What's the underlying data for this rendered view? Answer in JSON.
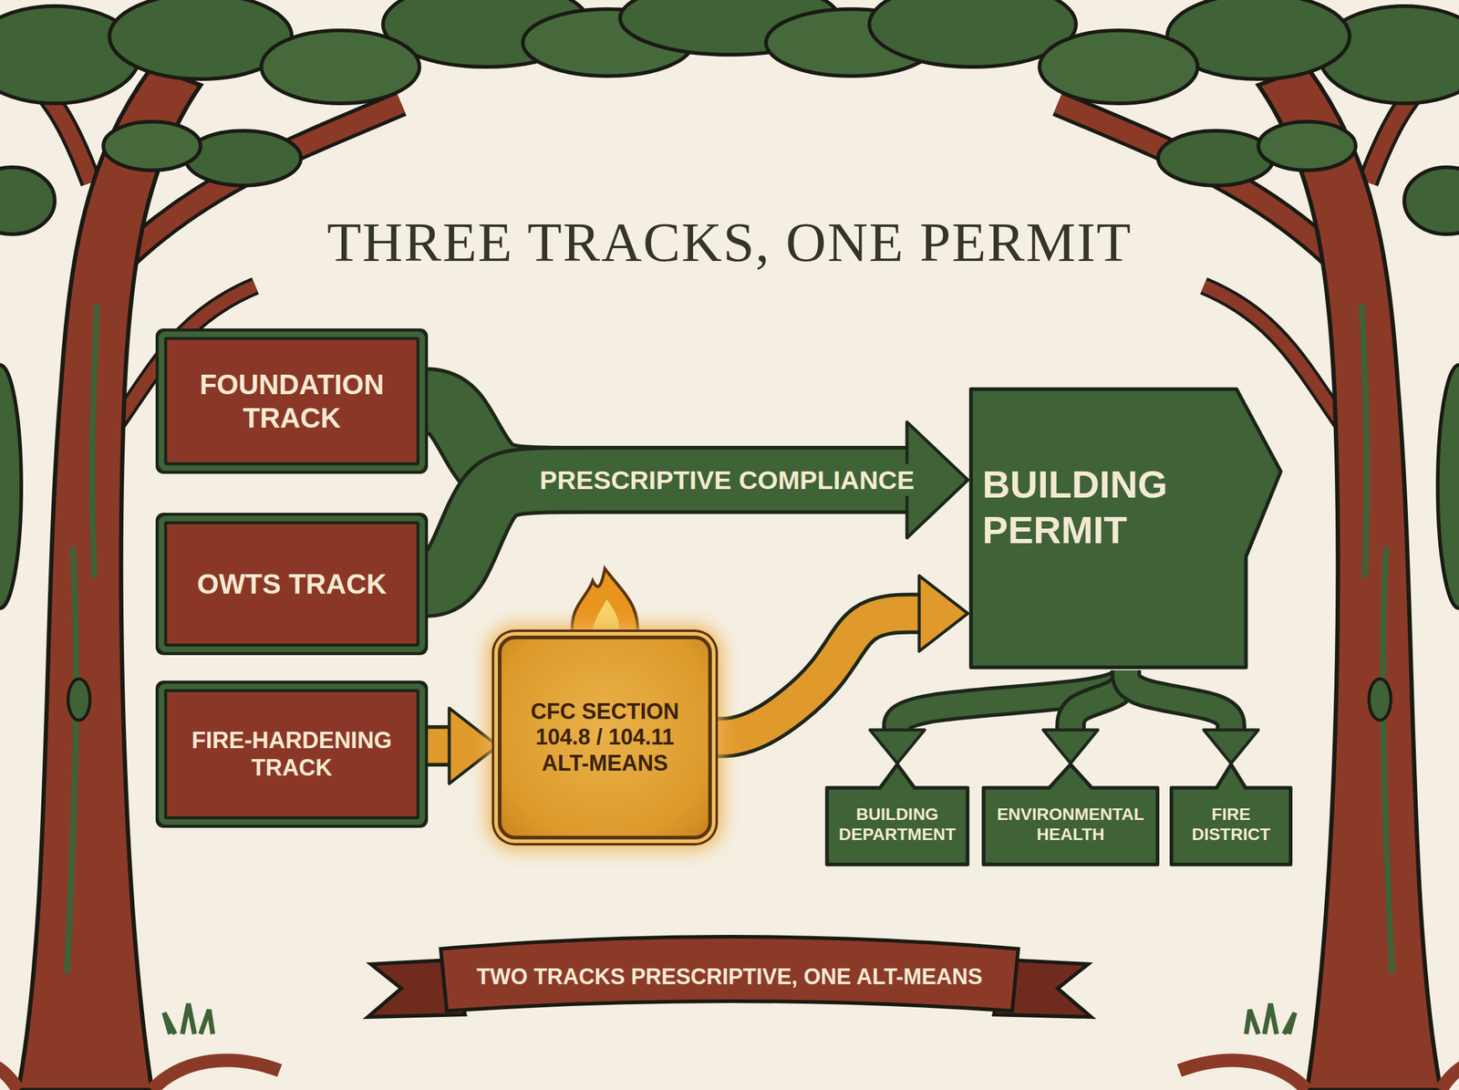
{
  "diagram": {
    "title": "THREE TRACKS, ONE PERMIT",
    "nodes": [
      {
        "text": [
          "FOUNDATION TRACK"
        ]
      },
      {
        "text": [
          "OWTS TRACK"
        ]
      },
      {
        "text": [
          "FIRE-HARDENING TRACK"
        ]
      },
      {
        "text": [
          "CFC SECTION 104.8 / 104.11 ALT-MEANS"
        ]
      },
      {
        "text": [
          "BUILDING PERMIT"
        ]
      },
      {
        "text": [
          "BUILDING DEPARTMENT"
        ]
      },
      {
        "text": [
          "ENVIRONMENTAL HEALTH"
        ]
      },
      {
        "text": [
          "FIRE DISTRICT"
        ]
      }
    ],
    "edges": [
      {
        "from": 0,
        "to": 4,
        "label": "PRESCRIPTIVE COMPLIANCE",
        "arrow": "to"
      },
      {
        "from": 1,
        "to": 4,
        "arrow": "to"
      },
      {
        "from": 2,
        "to": 3,
        "arrow": "to"
      },
      {
        "from": 3,
        "to": 4,
        "arrow": "to"
      },
      {
        "from": 4,
        "to": 5,
        "arrow": "to"
      },
      {
        "from": 4,
        "to": 6,
        "arrow": "to"
      },
      {
        "from": 4,
        "to": 7,
        "arrow": "to"
      }
    ],
    "labels": [
      "TWO TRACKS PRESCRIPTIVE, ONE ALT-MEANS"
    ]
  }
}
